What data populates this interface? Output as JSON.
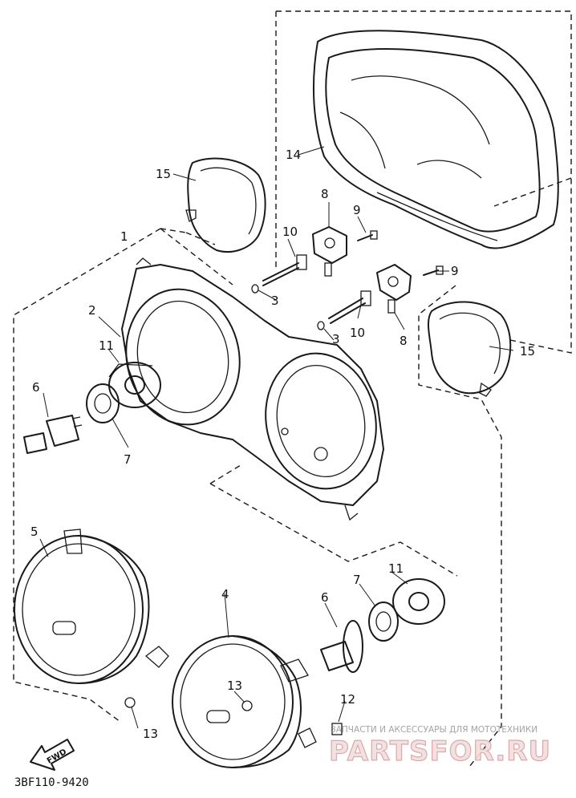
{
  "diagram": {
    "reference_code": "3BF110-9420",
    "fwd_label": "FWD",
    "part_labels": [
      "1",
      "2",
      "3",
      "3",
      "4",
      "5",
      "6",
      "6",
      "7",
      "7",
      "8",
      "8",
      "9",
      "9",
      "10",
      "10",
      "11",
      "11",
      "12",
      "13",
      "13",
      "14",
      "15",
      "15"
    ]
  },
  "watermark": {
    "tagline": "ЗАПЧАСТИ И АКСЕССУАРЫ ДЛЯ МОТОТЕХНИКИ",
    "brand": "PARTSFOR.RU"
  }
}
